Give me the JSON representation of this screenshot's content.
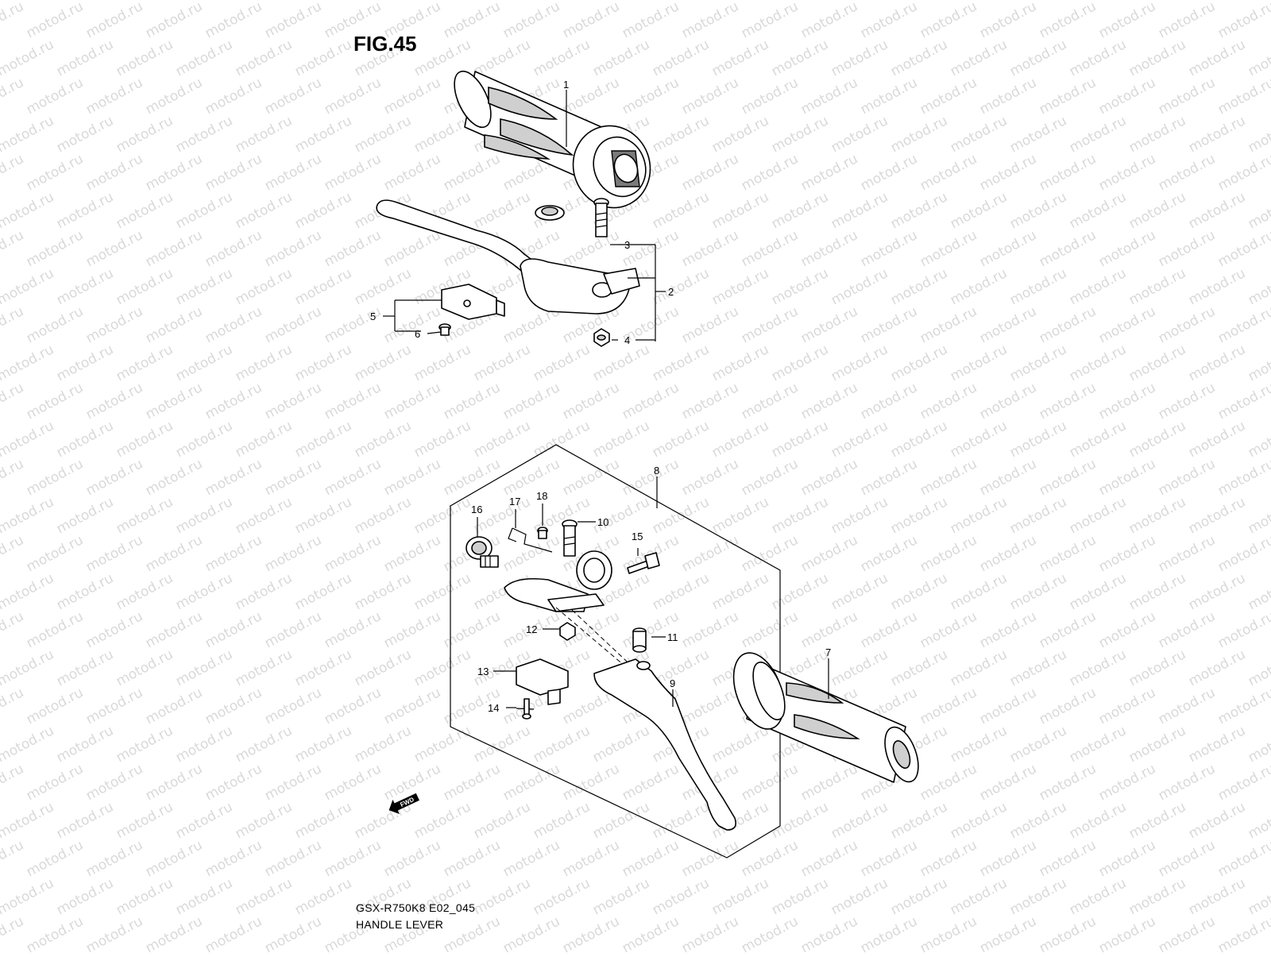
{
  "figure": {
    "title": "FIG.45",
    "model_code": "GSX-R750K8 E02_045",
    "name": "HANDLE LEVER",
    "watermark": "motod.ru",
    "fwd_label": "FWD"
  },
  "callouts": [
    "1",
    "2",
    "3",
    "4",
    "5",
    "6",
    "7",
    "8",
    "9",
    "10",
    "11",
    "12",
    "13",
    "14",
    "15",
    "16",
    "17",
    "18"
  ],
  "colors": {
    "line": "#000000",
    "background": "#ffffff",
    "watermark": "#d9d9d9"
  }
}
